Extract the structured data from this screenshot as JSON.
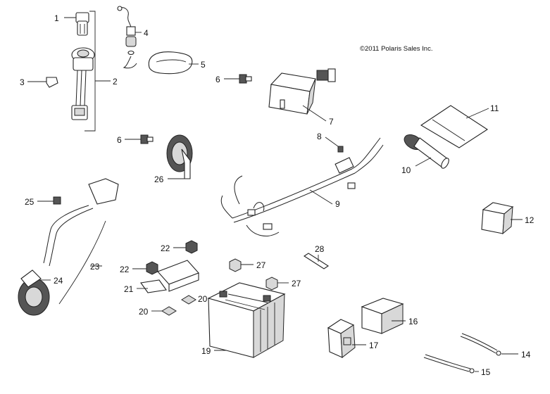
{
  "copyright": "©2011 Polaris Sales Inc.",
  "callouts": {
    "c1": "1",
    "c2": "2",
    "c3": "3",
    "c4": "4",
    "c5": "5",
    "c6a": "6",
    "c6b": "6",
    "c7": "7",
    "c8": "8",
    "c9": "9",
    "c10": "10",
    "c11": "11",
    "c12": "12",
    "c14": "14",
    "c15": "15",
    "c16": "16",
    "c17": "17",
    "c19": "19",
    "c20a": "20",
    "c20b": "20",
    "c21": "21",
    "c22a": "22",
    "c22b": "22",
    "c23": "23",
    "c24": "24",
    "c25": "25",
    "c26": "26",
    "c27a": "27",
    "c27b": "27",
    "c28": "28"
  }
}
